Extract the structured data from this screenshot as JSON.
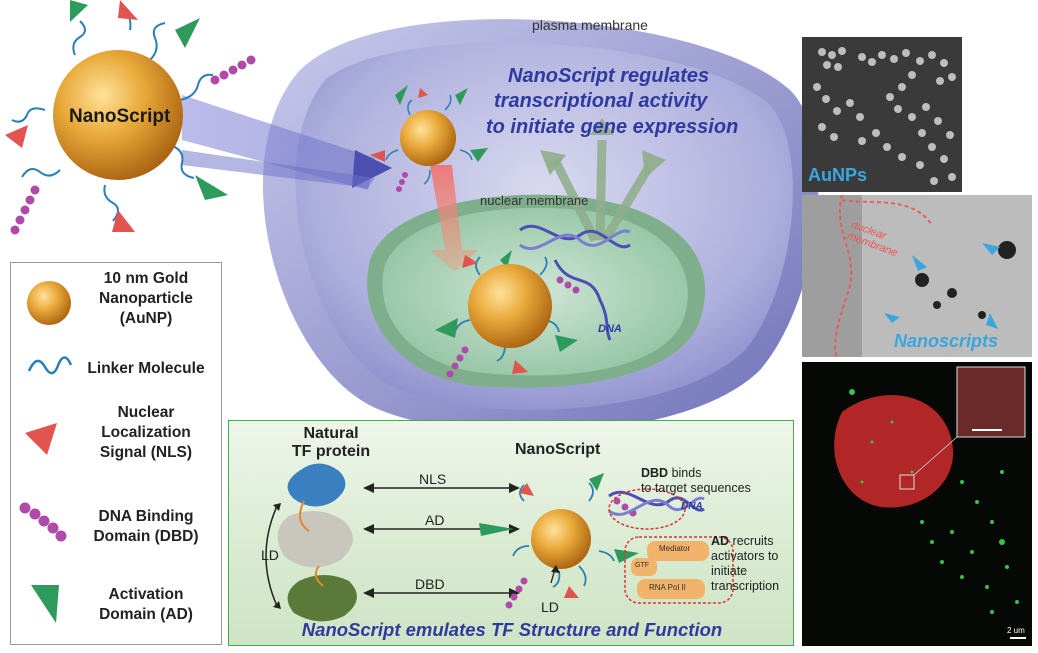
{
  "main": {
    "particle_label": "NanoScript",
    "plasma_membrane": "plasma membrane",
    "nuclear_membrane": "nuclear membrane",
    "headline": [
      "NanoScript regulates",
      "transcriptional activity",
      "to initiate gene expression"
    ],
    "dna_label": "DNA"
  },
  "legend": {
    "items": [
      {
        "icon": "gold-nanoparticle-icon",
        "label": "10 nm Gold\nNanoparticle\n(AuNP)"
      },
      {
        "icon": "linker-molecule-icon",
        "label": "Linker Molecule"
      },
      {
        "icon": "nls-cone-icon",
        "label": "Nuclear\nLocalization\nSignal (NLS)"
      },
      {
        "icon": "dna-binding-domain-icon",
        "label": "DNA Binding\nDomain (DBD)"
      },
      {
        "icon": "activation-domain-icon",
        "label": "Activation\nDomain (AD)"
      }
    ]
  },
  "tf_panel": {
    "natural_title": "Natural\nTF protein",
    "nanoscript_title": "NanoScript",
    "nls": "NLS",
    "ad": "AD",
    "dbd": "DBD",
    "ld_left": "LD",
    "ld_right": "LD",
    "dna": "DNA",
    "dbd_note_bold": "DBD",
    "dbd_note": " binds\nto target sequences",
    "ad_note_bold": "AD",
    "ad_note": " recruits\nactivators to\ninitiate\ntranscription",
    "mediator": "Mediator",
    "gtf": "GTF",
    "rna_pol": "RNA Pol II",
    "caption": "NanoScript emulates TF Structure and Function"
  },
  "micrographs": {
    "aunps_label": "AuNPs",
    "nuclear_membrane_label": "nuclear\nmembrane",
    "nanoscripts_label": "Nanoscripts",
    "scale_bar": "2 um"
  },
  "colors": {
    "gold": "#d99a2b",
    "linker": "#2a7fb5",
    "nls": "#e0554f",
    "dbd": "#b04aa8",
    "ad": "#2e9a5c",
    "headline": "#2e3aa0",
    "micro_label": "#39a6df"
  }
}
